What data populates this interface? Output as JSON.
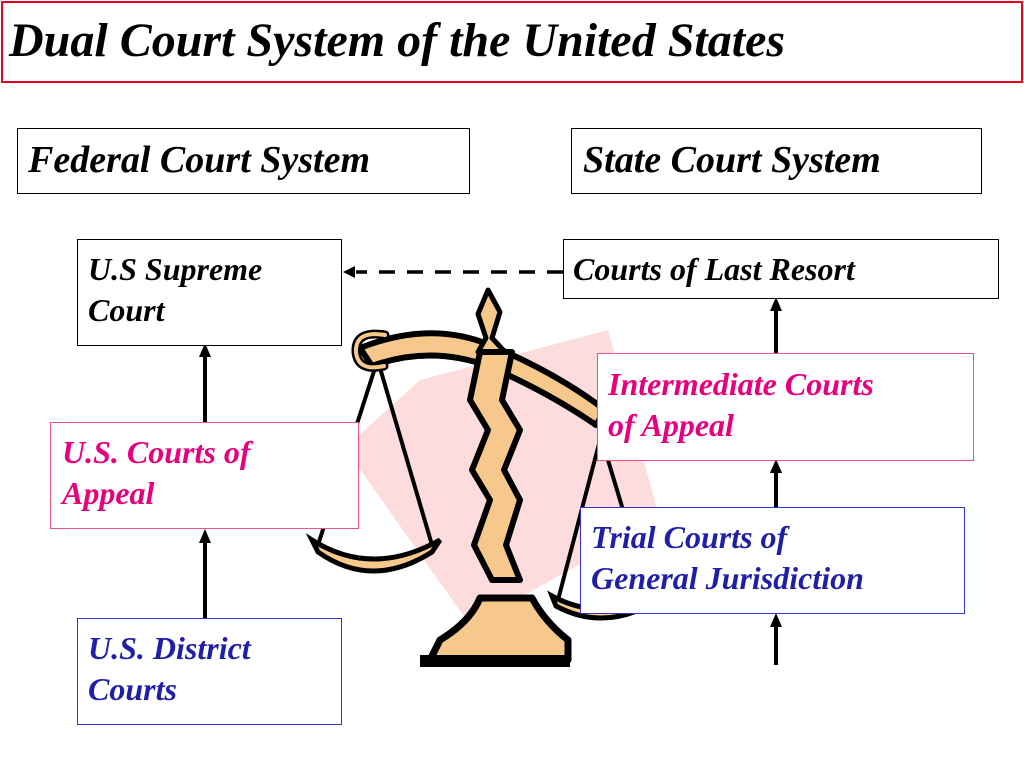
{
  "title": "Dual Court System of the United States",
  "federal": {
    "header": "Federal Court System",
    "levels": [
      {
        "line1": "U.S Supreme",
        "line2": "Court"
      },
      {
        "line1": "U.S. Courts of",
        "line2": "Appeal"
      },
      {
        "line1": "U.S. District",
        "line2": "Courts"
      }
    ]
  },
  "state": {
    "header": "State Court System",
    "levels": [
      {
        "line1": "Courts of Last Resort"
      },
      {
        "line1": "Intermediate Courts",
        "line2": "of Appeal"
      },
      {
        "line1": "Trial Courts of",
        "line2": "General Jurisdiction"
      }
    ]
  },
  "colors": {
    "title_border": "#e8001c",
    "appeal_text": "#e6007e",
    "trial_text": "#1f1fa8",
    "scales_gold": "#f7c88c",
    "scales_pink": "#fcdcdc"
  },
  "icons": [
    "scales-of-justice-icon"
  ]
}
